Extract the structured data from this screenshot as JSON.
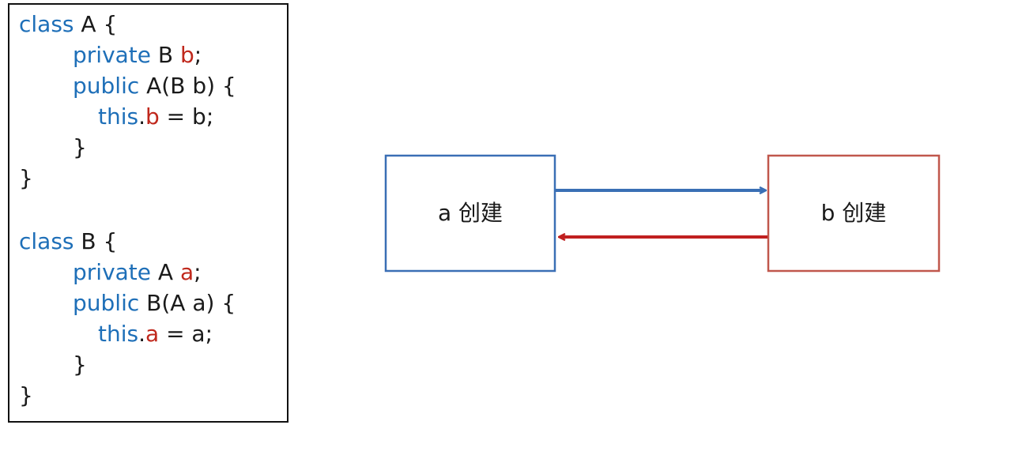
{
  "code": {
    "lines": [
      [
        {
          "t": "class",
          "c": "kw"
        },
        {
          "t": " A {",
          "c": "plain"
        }
      ],
      [
        {
          "t": "private",
          "c": "kw"
        },
        {
          "t": " B ",
          "c": "plain"
        },
        {
          "t": "b",
          "c": "field"
        },
        {
          "t": ";",
          "c": "plain"
        }
      ],
      [
        {
          "t": "public",
          "c": "kw"
        },
        {
          "t": " A(B b) {",
          "c": "plain"
        }
      ],
      [
        {
          "t": "this",
          "c": "kw"
        },
        {
          "t": ".",
          "c": "plain"
        },
        {
          "t": "b",
          "c": "field"
        },
        {
          "t": " = b;",
          "c": "plain"
        }
      ],
      [
        {
          "t": "}",
          "c": "plain"
        }
      ],
      [
        {
          "t": "}",
          "c": "plain"
        }
      ],
      [],
      [
        {
          "t": "class",
          "c": "kw"
        },
        {
          "t": " B {",
          "c": "plain"
        }
      ],
      [
        {
          "t": "private",
          "c": "kw"
        },
        {
          "t": " A ",
          "c": "plain"
        },
        {
          "t": "a",
          "c": "field"
        },
        {
          "t": ";",
          "c": "plain"
        }
      ],
      [
        {
          "t": "public",
          "c": "kw"
        },
        {
          "t": " B(A a) {",
          "c": "plain"
        }
      ],
      [
        {
          "t": "this",
          "c": "kw"
        },
        {
          "t": ".",
          "c": "plain"
        },
        {
          "t": "a",
          "c": "field"
        },
        {
          "t": " = a;",
          "c": "plain"
        }
      ],
      [
        {
          "t": "}",
          "c": "plain"
        }
      ],
      [
        {
          "t": "}",
          "c": "plain"
        }
      ]
    ]
  },
  "diagram": {
    "node_a": {
      "label": "a 创建",
      "border_color": "#3a6fb5"
    },
    "node_b": {
      "label": "b 创建",
      "border_color": "#c0574c"
    },
    "arrow_a_to_b": {
      "color": "#3a6fb5"
    },
    "arrow_b_to_a": {
      "color": "#c01f1f"
    }
  },
  "colors": {
    "keyword": "#1e6fb8",
    "field": "#c0281c",
    "text": "#1a1a1a"
  }
}
